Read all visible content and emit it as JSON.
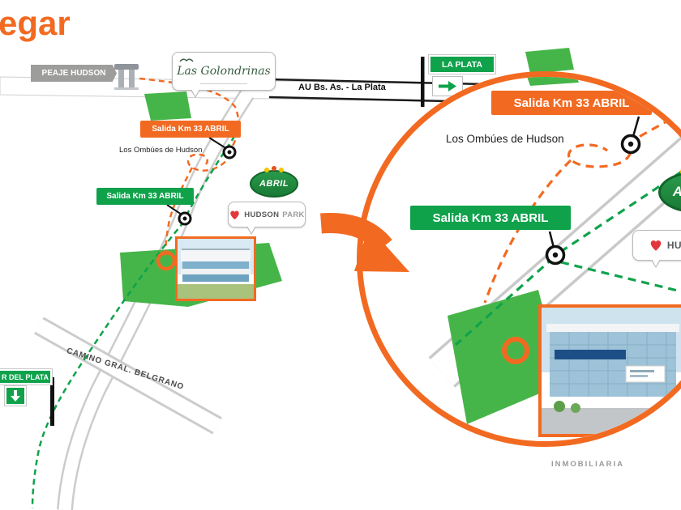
{
  "title": "egar",
  "colors": {
    "orange": "#F26A21",
    "sign_green": "#0FA24B",
    "parcel_green": "#46B549",
    "sign_gray": "#9D9D9C"
  },
  "main_map": {
    "peaje_sign": "PEAJE HUDSON",
    "golondrinas_logo": "Las Golondrinas",
    "highway_label": "AU Bs. As. - La Plata",
    "la_plata_sign": "LA PLATA",
    "salida_orange_sign": "Salida Km 33 ABRIL",
    "ombues_label": "Los Ombúes de Hudson",
    "salida_green_sign": "Salida Km 33 ABRIL",
    "abril_logo": "ABRIL",
    "hudson_logo": "HUDSON",
    "park_logo": "PARK",
    "camino_label": "CAMINO GRAL. BELGRANO",
    "mar_del_plata_sign": "R DEL PLATA"
  },
  "zoom_inset": {
    "salida_orange_sign": "Salida Km 33 ABRIL",
    "ombues_label": "Los Ombúes de Hudson",
    "salida_green_sign": "Salida Km 33 ABRIL",
    "hudson_logo_partial": "HUDS"
  },
  "watermark": "INMOBILIARIA"
}
